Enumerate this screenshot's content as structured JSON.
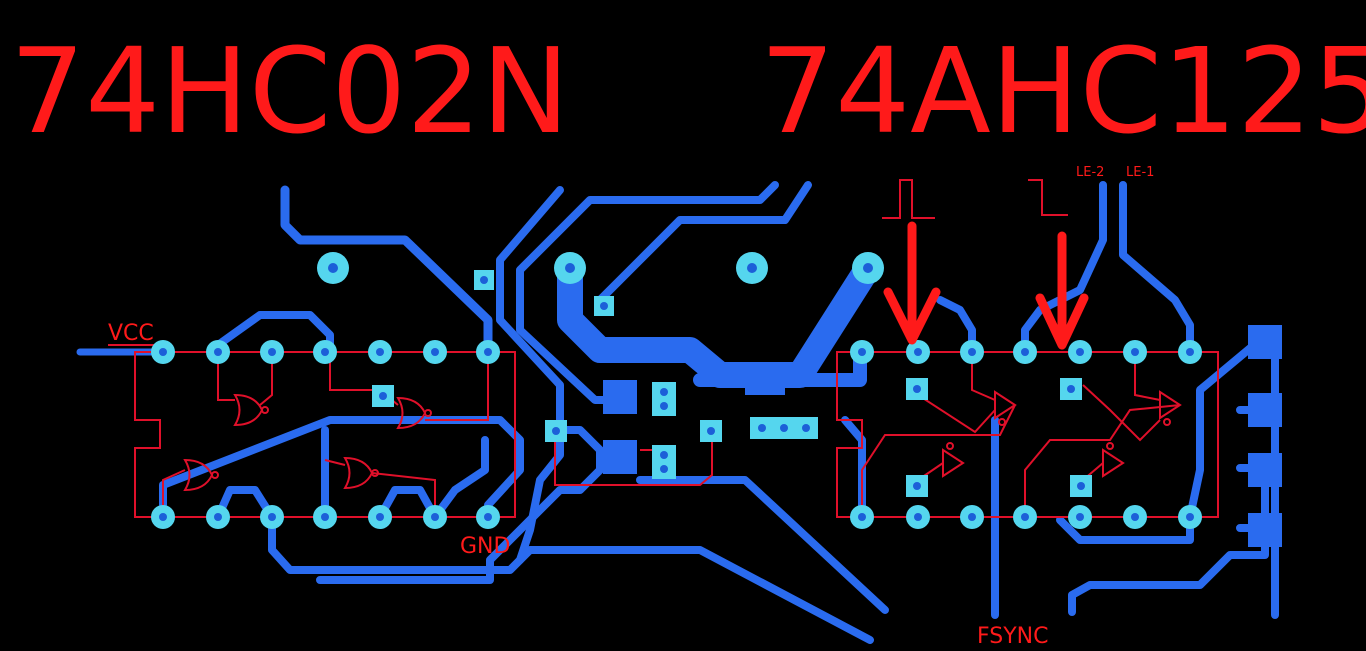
{
  "chips": {
    "left_title": "74HC02N",
    "right_title": "74AHC125"
  },
  "labels": {
    "vcc": "VCC",
    "gnd": "GND",
    "fsync": "FSYNC",
    "le2": "LE-2",
    "le1": "LE-1"
  },
  "colors": {
    "background": "#000000",
    "copper_trace": "#2a6bef",
    "pad": "#55d6ee",
    "silkscreen": "#e0102a",
    "annotation": "#ff1a1a"
  }
}
